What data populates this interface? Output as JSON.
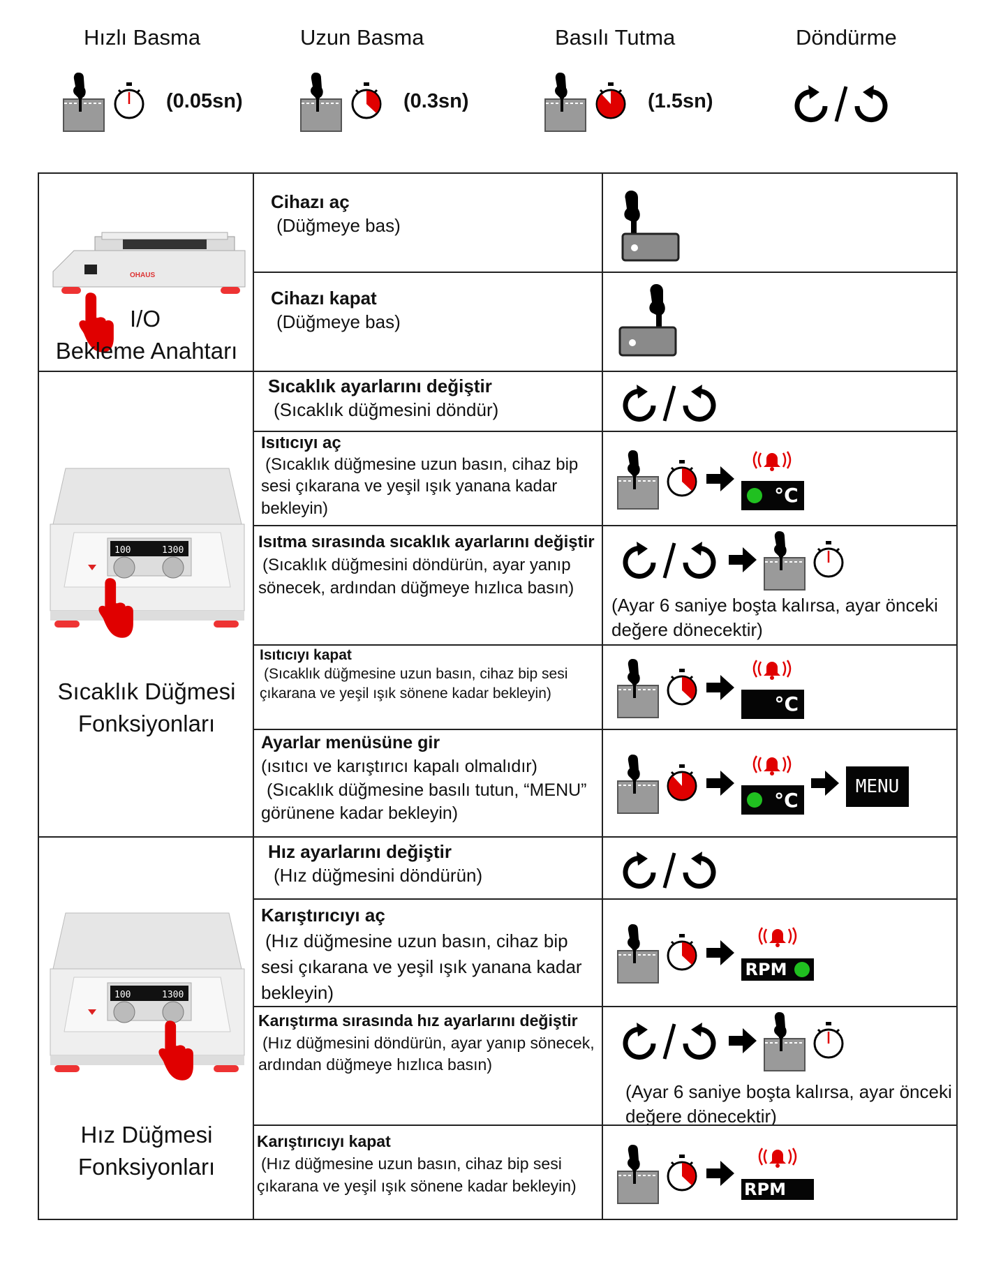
{
  "legend": {
    "quick": {
      "title": "Hızlı Basma",
      "time": "(0.05sn)"
    },
    "long": {
      "title": "Uzun Basma",
      "time": "(0.3sn)"
    },
    "hold": {
      "title": "Basılı Tutma",
      "time": "(1.5sn)"
    },
    "rotate": {
      "title": "Döndürme"
    }
  },
  "sections": {
    "power": {
      "label1": "I/O",
      "label2": "Bekleme Anahtarı",
      "brand": "OHAUS"
    },
    "temp": {
      "label1": "Sıcaklık Düğmesi",
      "label2": "Fonksiyonları"
    },
    "speed": {
      "label1": "Hız Düğmesi",
      "label2": "Fonksiyonları"
    }
  },
  "rows": [
    {
      "title": "Cihazı aç",
      "sub": "(Düğmeye bas)"
    },
    {
      "title": "Cihazı kapat",
      "sub": "(Düğmeye bas)"
    },
    {
      "title": "Sıcaklık ayarlarını değiştir",
      "sub": "(Sıcaklık düğmesini döndür)"
    },
    {
      "title": "Isıtıcıyı aç",
      "sub": "(Sıcaklık düğmesine uzun basın, cihaz bip sesi çıkarana ve yeşil ışık yanana kadar bekleyin)"
    },
    {
      "title": "Isıtma sırasında sıcaklık ayarlarını değiştir",
      "sub": "(Sıcaklık düğmesini döndürün, ayar yanıp sönecek, ardından düğmeye hızlıca basın)",
      "note": "(Ayar 6 saniye boşta kalırsa, ayar önceki değere dönecektir)"
    },
    {
      "title": "Isıtıcıyı kapat",
      "sub": "(Sıcaklık düğmesine uzun basın, cihaz bip sesi çıkarana ve yeşil ışık sönene kadar bekleyin)"
    },
    {
      "title": "Ayarlar menüsüne gir",
      "sub1": "(ısıtıcı ve karıştırıcı kapalı olmalıdır)",
      "sub": "(Sıcaklık düğmesine basılı tutun, “MENU” görünene kadar bekleyin)"
    },
    {
      "title": "Hız ayarlarını değiştir",
      "sub": "(Hız düğmesini döndürün)"
    },
    {
      "title": "Karıştırıcıyı aç",
      "sub": "(Hız düğmesine uzun basın, cihaz bip sesi çıkarana ve yeşil ışık yanana kadar bekleyin)"
    },
    {
      "title": "Karıştırma sırasında hız ayarlarını değiştir",
      "sub": "(Hız düğmesini döndürün, ayar yanıp sönecek, ardından düğmeye hızlıca basın)",
      "note": "(Ayar 6 saniye boşta kalırsa, ayar önceki değere dönecektir)"
    },
    {
      "title": "Karıştırıcıyı kapat",
      "sub": "(Hız düğmesine uzun basın, cihaz bip sesi çıkarana ve yeşil ışık sönene kadar bekleyin)"
    }
  ],
  "displays": {
    "celsius": "°C",
    "menu": "MENU",
    "rpm": "RPM",
    "left_readout": "100",
    "right_readout": "1300"
  },
  "icons": {
    "press": "finger-press-icon",
    "timer": "stopwatch-icon",
    "rotate": "rotate-ccw-cw-icon",
    "arrow": "right-arrow-icon",
    "alarm": "alarm-bell-icon",
    "hand": "pointing-hand-icon"
  },
  "colors": {
    "accent_red": "#e00000",
    "green_light": "#20c020",
    "display_bg": "#050505"
  }
}
